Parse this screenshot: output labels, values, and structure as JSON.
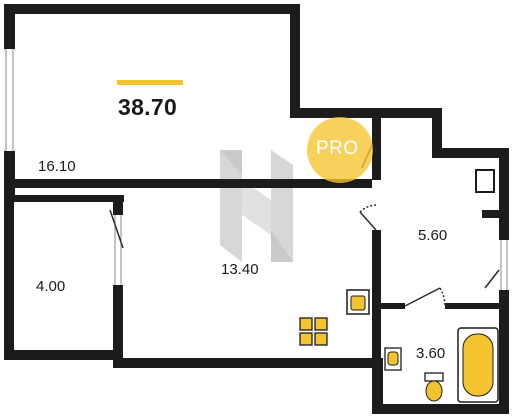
{
  "plan": {
    "total_area": "38.70",
    "accent_color": "#f4c430",
    "wall_color": "#1c1c1c",
    "rooms": [
      {
        "label": "16.10"
      },
      {
        "label": "4.00"
      },
      {
        "label": "13.40"
      },
      {
        "label": "5.60"
      },
      {
        "label": "3.60"
      }
    ]
  },
  "badge": {
    "text": "PRO",
    "color": "#f6c430"
  },
  "watermark": {
    "icon": "letter-h-logo-icon",
    "color": "#cfcfcf"
  },
  "fixtures": [
    {
      "icon": "stove-icon"
    },
    {
      "icon": "kitchen-sink-icon"
    },
    {
      "icon": "bathtub-icon"
    },
    {
      "icon": "washbasin-icon"
    },
    {
      "icon": "toilet-icon"
    }
  ]
}
